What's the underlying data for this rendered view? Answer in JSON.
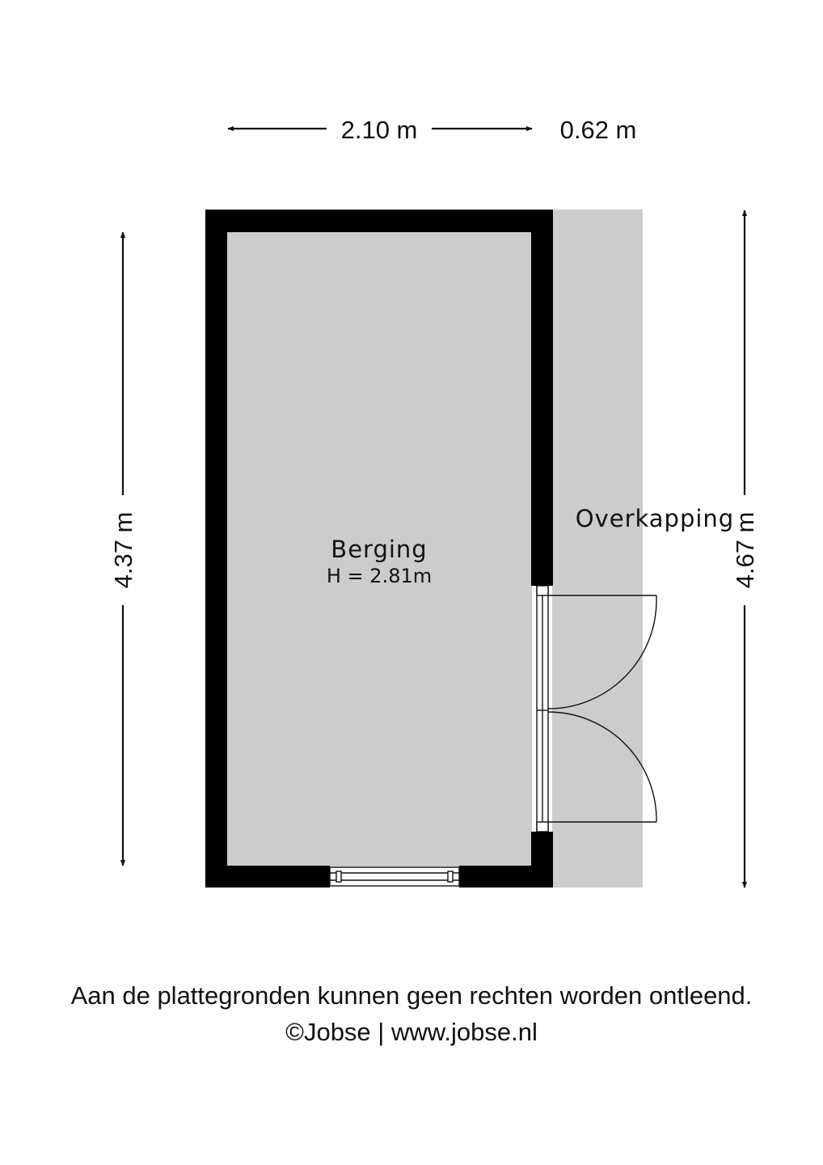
{
  "dimensions": {
    "top_width": "2.10 m",
    "top_extra": "0.62 m",
    "left_height": "4.37 m",
    "right_height": "4.67 m"
  },
  "rooms": {
    "berging": {
      "name": "Berging",
      "height": "H = 2.81m"
    },
    "overkapping": {
      "name": "Overkapping"
    }
  },
  "colors": {
    "wall": "#000000",
    "floor": "#cccccc",
    "background": "#ffffff"
  },
  "footer": {
    "disclaimer": "Aan de plattegronden kunnen geen rechten worden ontleend.",
    "copyright": "©Jobse | www.jobse.nl"
  }
}
